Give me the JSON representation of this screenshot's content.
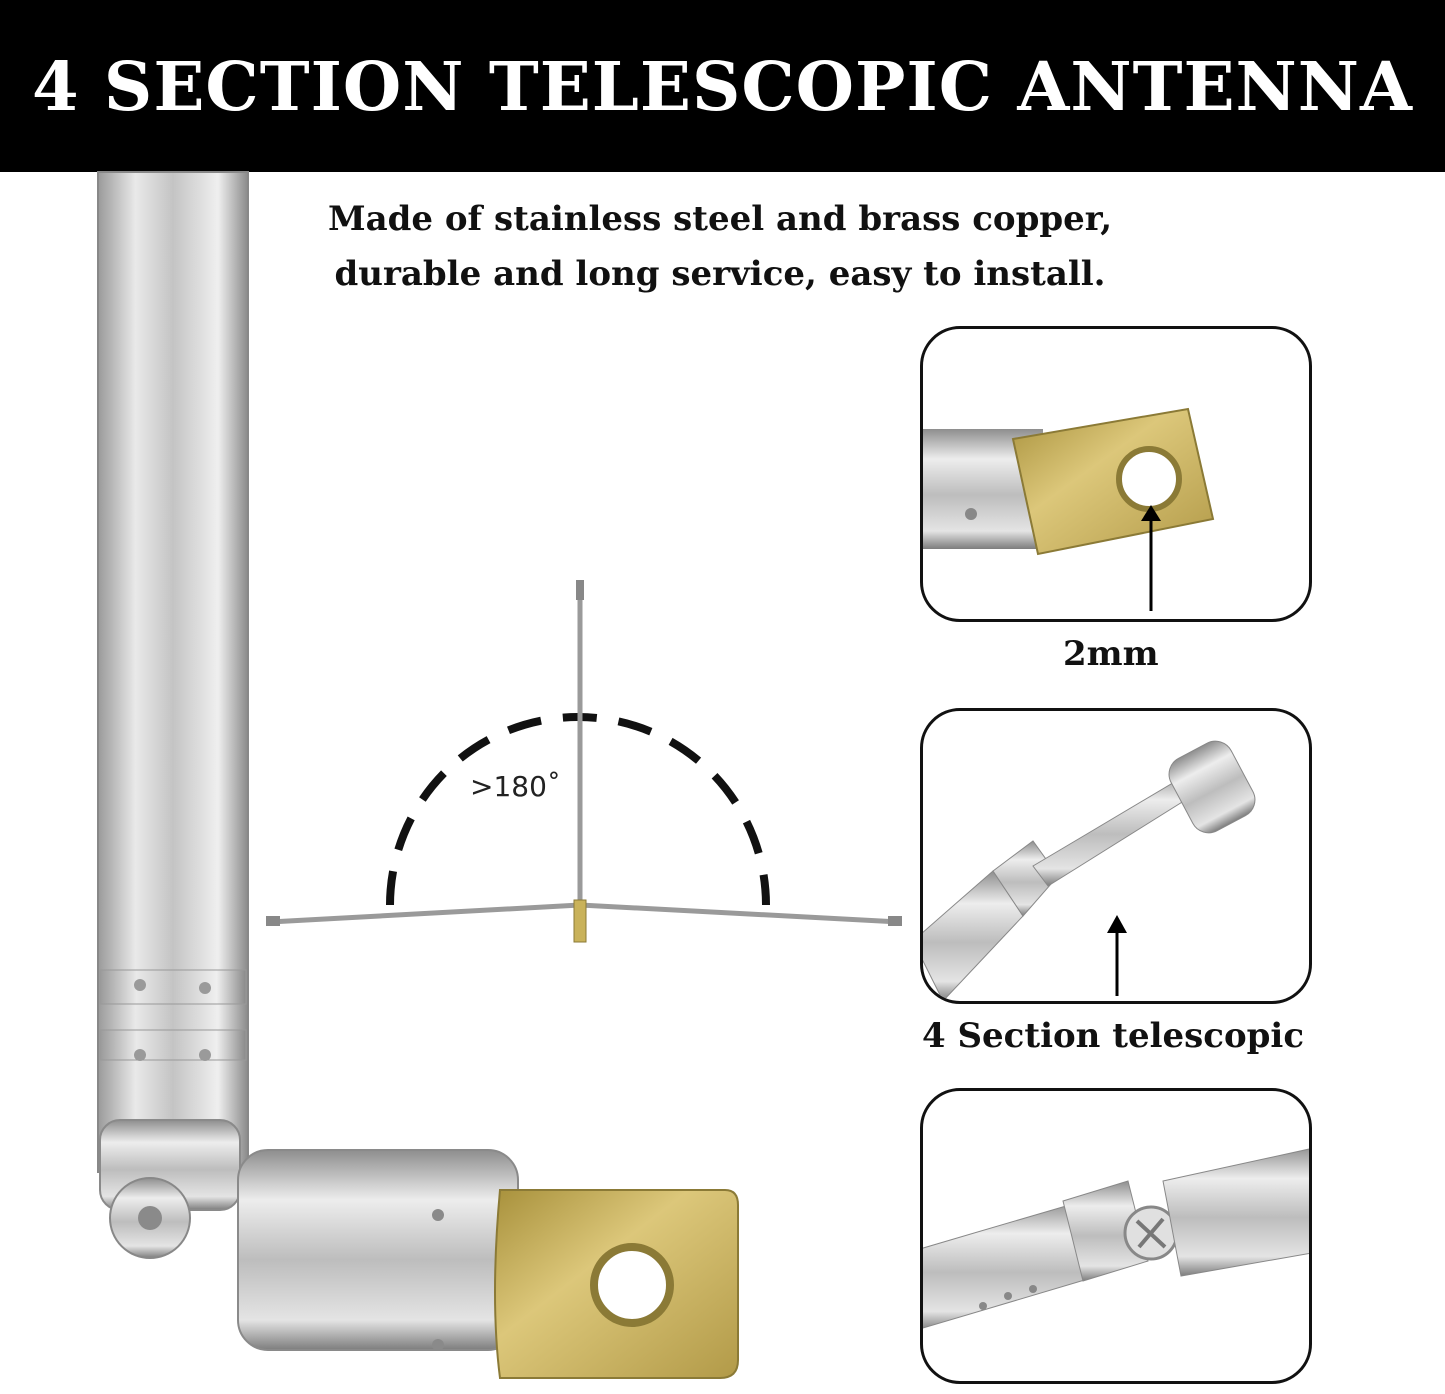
{
  "header": {
    "title": "4 SECTION TELESCOPIC ANTENNA"
  },
  "description": {
    "line1": "Made of stainless steel and brass copper,",
    "line2": "durable and long service, easy to install."
  },
  "diagram": {
    "angle_label": ">180˚"
  },
  "panels": [
    {
      "caption": "2mm"
    },
    {
      "caption": "4 Section telescopic"
    },
    {
      "caption": ""
    }
  ],
  "colors": {
    "banner": "#000000",
    "steel": "#c8c8c8",
    "brass": "#c9b25a"
  }
}
